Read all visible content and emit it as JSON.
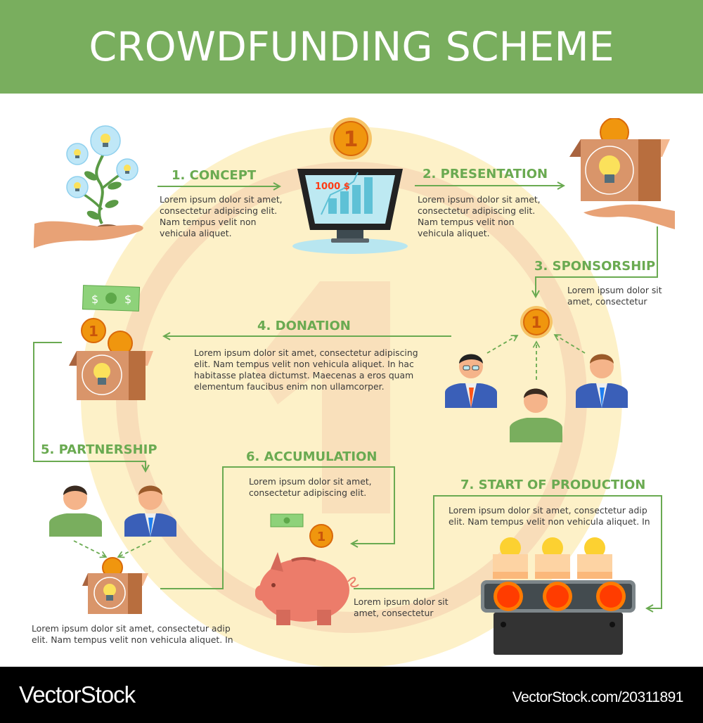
{
  "header": {
    "title": "CROWDFUNDING SCHEME"
  },
  "colors": {
    "header_bg": "#79ae5e",
    "accent_green": "#6aaa51",
    "circle_fill": "#fdf1c8",
    "ring_band": "#f8ddb9",
    "coin": "#f0960e",
    "box": "#d9956a",
    "footer_bg": "#000000"
  },
  "steps": [
    {
      "number": "1.",
      "title": "1. CONCEPT",
      "lines": [
        "Lorem ipsum dolor sit amet,",
        "consectetur adipiscing elit.",
        "Nam tempus velit non",
        "vehicula aliquet."
      ]
    },
    {
      "number": "2.",
      "title": "2. PRESENTATION",
      "lines": [
        "Lorem ipsum dolor sit amet,",
        "consectetur adipiscing elit.",
        "Nam tempus velit non",
        "vehicula aliquet."
      ]
    },
    {
      "number": "3.",
      "title": "3.  SPONSORSHIP",
      "lines": [
        "Lorem ipsum dolor sit",
        "amet, consectetur"
      ]
    },
    {
      "number": "4.",
      "title": "4. DONATION",
      "lines": [
        "Lorem ipsum dolor sit amet, consectetur adipiscing",
        "elit. Nam tempus velit non vehicula aliquet. In hac",
        "habitasse platea dictumst. Maecenas a eros quam",
        "elementum faucibus enim non ullamcorper."
      ]
    },
    {
      "number": "5.",
      "title": "5. PARTNERSHIP",
      "lines": [
        "Lorem ipsum dolor sit amet, consectetur adip",
        "elit. Nam tempus velit non vehicula aliquet. In"
      ]
    },
    {
      "number": "6.",
      "title": "6. ACCUMULATION",
      "lines": [
        "Lorem ipsum dolor sit amet,",
        "consectetur adipiscing elit."
      ],
      "extra_lines": [
        "Lorem ipsum dolor sit",
        "amet, consectetur"
      ]
    },
    {
      "number": "7.",
      "title": "7. START OF PRODUCTION",
      "lines": [
        "Lorem ipsum dolor sit amet, consectetur adip",
        "elit. Nam tempus velit non vehicula aliquet. In"
      ]
    }
  ],
  "illustrations": {
    "monitor_label": "1000 $",
    "coin_label": "1",
    "big_background_numeral": "1"
  },
  "footer": {
    "brand": "VectorStock",
    "reference": "VectorStock.com/20311891"
  }
}
